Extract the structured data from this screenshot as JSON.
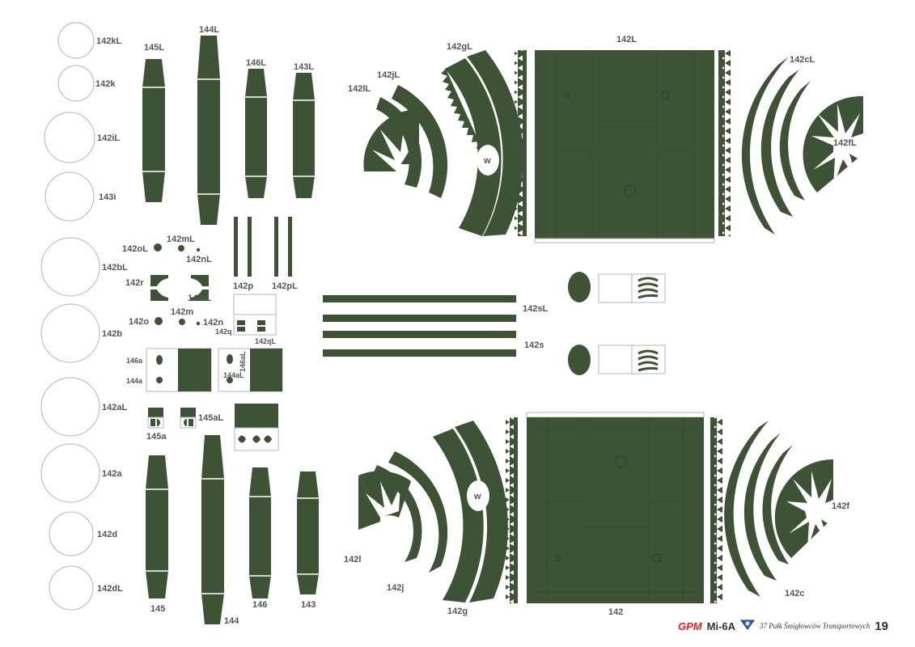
{
  "sheet": {
    "part_color": "#3e5236",
    "part_shade": "#364a2f",
    "outline_color": "#b5b5b5",
    "labels": {
      "p142kL": "142kL",
      "p142k": "142k",
      "p142iL": "142iL",
      "p143i": "143i",
      "p142bL": "142bL",
      "p142b": "142b",
      "p142aL": "142aL",
      "p142a": "142a",
      "p142d": "142d",
      "p142dL": "142dL",
      "p145L": "145L",
      "p144L": "144L",
      "p146L": "146L",
      "p143L": "143L",
      "p145": "145",
      "p144": "144",
      "p146": "146",
      "p143": "143",
      "p142oL": "142oL",
      "p142mL": "142mL",
      "p142nL": "142nL",
      "p142o": "142o",
      "p142m": "142m",
      "p142n": "142n",
      "p142r": "142r",
      "p142rL": "142rL",
      "p142p": "142p",
      "p142pL": "142pL",
      "p142q": "142q",
      "p142qL": "142qL",
      "p146a": "146a",
      "p144a": "144a",
      "p146aL": "146aL",
      "p144aL": "144aL",
      "p145a": "145a",
      "p145aL": "145aL",
      "p142sL": "142sL",
      "p142s": "142s",
      "p142lL": "142lL",
      "p142jL": "142jL",
      "p142gL": "142gL",
      "p142L": "142L",
      "p142cL": "142cL",
      "p142fL": "142fL",
      "p142l": "142l",
      "p142j": "142j",
      "p142g": "142g",
      "p142": "142",
      "p142c": "142c",
      "p142f": "142f",
      "w_top": "w",
      "w_bottom": "w"
    }
  },
  "footer": {
    "brand": "GPM",
    "model": "Mi-6A",
    "unit_text": "37 Pułk Śmigłowców Transportowych",
    "page": "19",
    "emblem_icon": "unit-emblem-icon"
  }
}
